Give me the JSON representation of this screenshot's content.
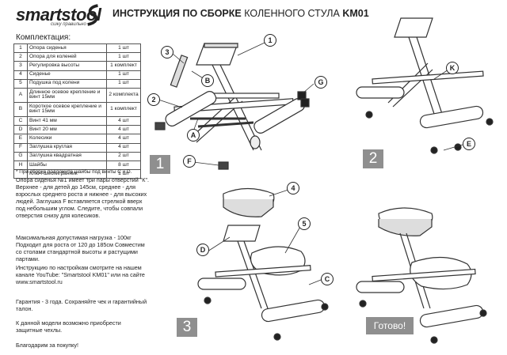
{
  "header": {
    "brand": "smartstool",
    "brand_sub": "сижу правильно",
    "title_left": "ИНСТРУКЦИЯ ПО СБОРКЕ",
    "title_mid": "КОЛЕННОГО СТУЛА",
    "title_right": "KM01"
  },
  "kit": {
    "heading": "Комплектация:",
    "rows": [
      {
        "id": "1",
        "name": "Опора сиденья",
        "qty": "1 шт"
      },
      {
        "id": "2",
        "name": "Опора для коленей",
        "qty": "1 шт"
      },
      {
        "id": "3",
        "name": "Регулировка высоты",
        "qty": "1 комплект"
      },
      {
        "id": "4",
        "name": "Сиденье",
        "qty": "1 шт"
      },
      {
        "id": "5",
        "name": "Подушка под колени",
        "qty": "1 шт"
      },
      {
        "id": "A",
        "name": "Длинное осевое крепление и винт 15мм",
        "qty": "2 комплекта"
      },
      {
        "id": "B",
        "name": "Короткое осевое крепление и винт 15мм",
        "qty": "1 комплект"
      },
      {
        "id": "C",
        "name": "Винт 41 мм",
        "qty": "4 шт"
      },
      {
        "id": "D",
        "name": "Винт 20 мм",
        "qty": "4 шт"
      },
      {
        "id": "E",
        "name": "Колесики",
        "qty": "4 шт"
      },
      {
        "id": "F",
        "name": "Заглушка круглая",
        "qty": "4 шт"
      },
      {
        "id": "G",
        "name": "Заглушка квадратная",
        "qty": "2 шт"
      },
      {
        "id": "H",
        "name": "Шайбы",
        "qty": "8 шт"
      },
      {
        "id": "",
        "name": "Ключ-шестигранник",
        "qty": "1 шт"
      }
    ],
    "note": "* При сборке подложите шайбы под винты C и D."
  },
  "paragraphs": [
    "Опора сиденья №1 имеет три пары отверстий \"К\". Верхнее - для детей до 145см, среднее - для взрослых среднего роста и нижнее - для высоких людей. Заглушка F вставляется стрелкой вверх под небольшим углом. Следите, чтобы совпали отверстия снизу для колесиков.",
    "Максимальная допустимая нагрузка - 100кг Подходит для роста от 120 до 185см Совместим со столами стандартной высоты и растущими партами.",
    "Инструкцию по настройкам смотрите на нашем канале YouTube: \"Smartstool KM01\" или на сайте www.smartstool.ru",
    "Гарантия - 3 года. Сохраняйте чек и гарантийный талон.",
    "К данной модели возможно приобрести защитные чехлы.",
    "Благодарим за покупку!"
  ],
  "steps": {
    "step1": "1",
    "step2": "2",
    "step3": "3",
    "done": "Готово!"
  },
  "callouts": {
    "c1": "1",
    "c2": "2",
    "c3": "3",
    "c4": "4",
    "c5": "5",
    "a": "A",
    "b": "B",
    "c": "C",
    "d": "D",
    "e": "E",
    "f": "F",
    "g": "G",
    "k": "K"
  }
}
